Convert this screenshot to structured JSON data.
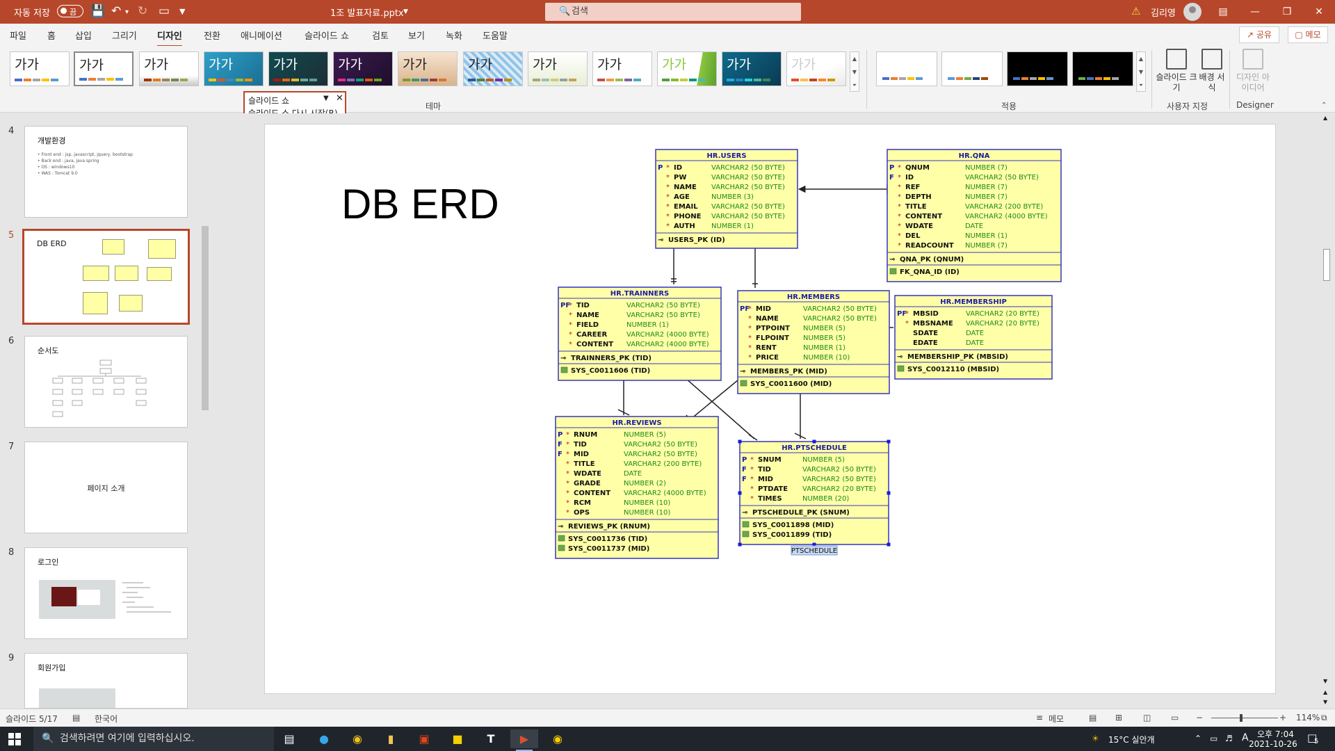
{
  "titlebar": {
    "autosave_label": "자동 저장",
    "autosave_state": "끔",
    "filename": "1조 발표자료.pptx",
    "search_placeholder": "검색",
    "user_name": "김리영"
  },
  "tabs": [
    "파일",
    "홈",
    "삽입",
    "그리기",
    "디자인",
    "전환",
    "애니메이션",
    "슬라이드 쇼",
    "검토",
    "보기",
    "녹화",
    "도움말"
  ],
  "active_tab": "디자인",
  "share_label": "공유",
  "memo_label": "메모",
  "ribbon": {
    "theme_sample": "가가",
    "group_theme": "테마",
    "group_variants": "적용",
    "group_customize": "사용자 지정",
    "group_designer": "Designer",
    "slide_size_label": "슬라이드 크기",
    "bg_format_label": "배경 서식",
    "design_ideas_label": "디자인 아이디어"
  },
  "slideshow_popup": {
    "title": "슬라이드 쇼",
    "restart": "슬라이드 쇼 다시 시작(R)"
  },
  "thumbnails": [
    {
      "num": "4",
      "title": "개발환경",
      "bullets": [
        "• Front end : jsp, javascript, jquery, bootstrap",
        "• Back end : java, java spring",
        "• OS : windows10",
        "• WAS : Tomcat 9.0"
      ]
    },
    {
      "num": "5",
      "title": "DB ERD",
      "selected": true
    },
    {
      "num": "6",
      "title": "순서도"
    },
    {
      "num": "7",
      "title": "페이지 소개"
    },
    {
      "num": "8",
      "title": "로그인"
    },
    {
      "num": "9",
      "title": "회원가입"
    }
  ],
  "slide": {
    "title": "DB ERD",
    "erd_selected_label": "PTSCHEDULE"
  },
  "erd_tables": [
    {
      "name": "HR.USERS",
      "cols": [
        [
          "P",
          "*",
          "ID",
          "VARCHAR2 (50 BYTE)"
        ],
        [
          "",
          "*",
          "PW",
          "VARCHAR2 (50 BYTE)"
        ],
        [
          "",
          "*",
          "NAME",
          "VARCHAR2 (50 BYTE)"
        ],
        [
          "",
          "*",
          "AGE",
          "NUMBER (3)"
        ],
        [
          "",
          "*",
          "EMAIL",
          "VARCHAR2 (50 BYTE)"
        ],
        [
          "",
          "*",
          "PHONE",
          "VARCHAR2 (50 BYTE)"
        ],
        [
          "",
          "*",
          "AUTH",
          "NUMBER (1)"
        ]
      ],
      "pk": [
        "USERS_PK (ID)"
      ],
      "fk": []
    },
    {
      "name": "HR.QNA",
      "cols": [
        [
          "P",
          "*",
          "QNUM",
          "NUMBER (7)"
        ],
        [
          "F",
          "*",
          "ID",
          "VARCHAR2 (50 BYTE)"
        ],
        [
          "",
          "*",
          "REF",
          "NUMBER (7)"
        ],
        [
          "",
          "*",
          "DEPTH",
          "NUMBER (7)"
        ],
        [
          "",
          "*",
          "TITLE",
          "VARCHAR2 (200 BYTE)"
        ],
        [
          "",
          "*",
          "CONTENT",
          "VARCHAR2 (4000 BYTE)"
        ],
        [
          "",
          "*",
          "WDATE",
          "DATE"
        ],
        [
          "",
          "*",
          "DEL",
          "NUMBER (1)"
        ],
        [
          "",
          "*",
          "READCOUNT",
          "NUMBER (7)"
        ]
      ],
      "pk": [
        "QNA_PK (QNUM)"
      ],
      "fk": [
        "FK_QNA_ID (ID)"
      ]
    },
    {
      "name": "HR.TRAINNERS",
      "cols": [
        [
          "PF",
          "*",
          "TID",
          "VARCHAR2 (50 BYTE)"
        ],
        [
          "",
          "*",
          "NAME",
          "VARCHAR2 (50 BYTE)"
        ],
        [
          "",
          "*",
          "FIELD",
          "NUMBER (1)"
        ],
        [
          "",
          "*",
          "CAREER",
          "VARCHAR2 (4000 BYTE)"
        ],
        [
          "",
          "*",
          "CONTENT",
          "VARCHAR2 (4000 BYTE)"
        ]
      ],
      "pk": [
        "TRAINNERS_PK (TID)"
      ],
      "fk": [
        "SYS_C0011606 (TID)"
      ]
    },
    {
      "name": "HR.MEMBERS",
      "cols": [
        [
          "PF",
          "*",
          "MID",
          "VARCHAR2 (50 BYTE)"
        ],
        [
          "",
          "*",
          "NAME",
          "VARCHAR2 (50 BYTE)"
        ],
        [
          "",
          "*",
          "PTPOINT",
          "NUMBER (5)"
        ],
        [
          "",
          "*",
          "FLPOINT",
          "NUMBER (5)"
        ],
        [
          "",
          "*",
          "RENT",
          "NUMBER (1)"
        ],
        [
          "",
          "*",
          "PRICE",
          "NUMBER (10)"
        ]
      ],
      "pk": [
        "MEMBERS_PK (MID)"
      ],
      "fk": [
        "SYS_C0011600 (MID)"
      ]
    },
    {
      "name": "HR.MEMBERSHIP",
      "cols": [
        [
          "PF",
          "*",
          "MBSID",
          "VARCHAR2 (20 BYTE)"
        ],
        [
          "",
          "*",
          "MBSNAME",
          "VARCHAR2 (20 BYTE)"
        ],
        [
          "",
          "",
          "SDATE",
          "DATE"
        ],
        [
          "",
          "",
          "EDATE",
          "DATE"
        ]
      ],
      "pk": [
        "MEMBERSHIP_PK (MBSID)"
      ],
      "fk": [
        "SYS_C0012110 (MBSID)"
      ]
    },
    {
      "name": "HR.REVIEWS",
      "cols": [
        [
          "P",
          "*",
          "RNUM",
          "NUMBER (5)"
        ],
        [
          "F",
          "*",
          "TID",
          "VARCHAR2 (50 BYTE)"
        ],
        [
          "F",
          "*",
          "MID",
          "VARCHAR2 (50 BYTE)"
        ],
        [
          "",
          "*",
          "TITLE",
          "VARCHAR2 (200 BYTE)"
        ],
        [
          "",
          "*",
          "WDATE",
          "DATE"
        ],
        [
          "",
          "*",
          "GRADE",
          "NUMBER (2)"
        ],
        [
          "",
          "*",
          "CONTENT",
          "VARCHAR2 (4000 BYTE)"
        ],
        [
          "",
          "*",
          "RCM",
          "NUMBER (10)"
        ],
        [
          "",
          "*",
          "OPS",
          "NUMBER (10)"
        ]
      ],
      "pk": [
        "REVIEWS_PK (RNUM)"
      ],
      "fk": [
        "SYS_C0011736 (TID)",
        "SYS_C0011737 (MID)"
      ]
    },
    {
      "name": "HR.PTSCHEDULE",
      "cols": [
        [
          "P",
          "*",
          "SNUM",
          "NUMBER (5)"
        ],
        [
          "F",
          "*",
          "TID",
          "VARCHAR2 (50 BYTE)"
        ],
        [
          "F",
          "*",
          "MID",
          "VARCHAR2 (50 BYTE)"
        ],
        [
          "",
          "*",
          "PTDATE",
          "VARCHAR2 (20 BYTE)"
        ],
        [
          "",
          "*",
          "TIMES",
          "NUMBER (20)"
        ]
      ],
      "pk": [
        "PTSCHEDULE_PK (SNUM)"
      ],
      "fk": [
        "SYS_C0011898 (MID)",
        "SYS_C0011899 (TID)"
      ]
    }
  ],
  "statusbar": {
    "slide_info": "슬라이드 5/17",
    "language": "한국어",
    "notes": "메모",
    "zoom": "114%"
  },
  "taskbar": {
    "search_placeholder": "검색하려면 여기에 입력하십시오.",
    "weather": "15°C  실안개",
    "ime": "A",
    "time": "오후 7:04",
    "date": "2021-10-26",
    "notif_count": "5"
  },
  "colors": {
    "brand": "#b7472a",
    "erd_fill": "#ffffa8",
    "erd_border": "#3434c0"
  }
}
